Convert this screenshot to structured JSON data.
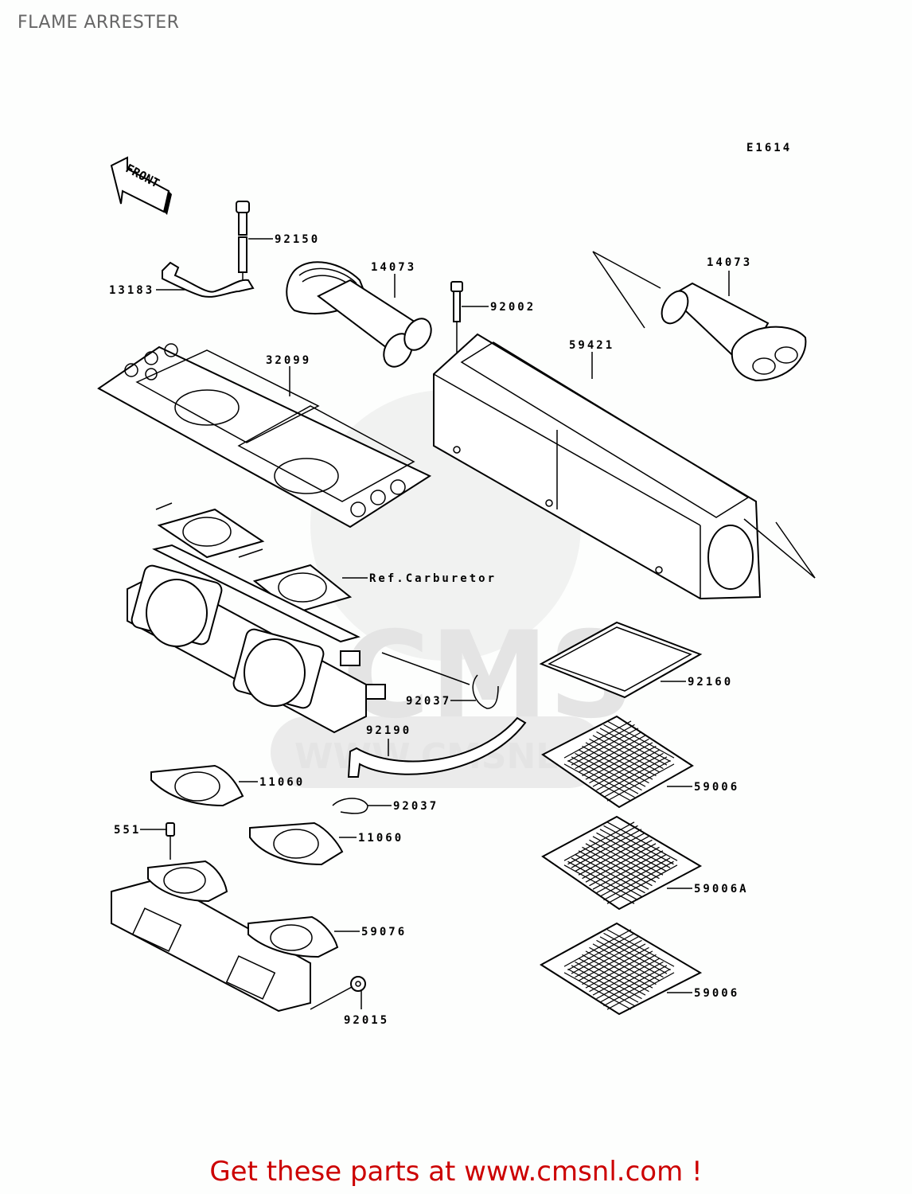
{
  "page": {
    "title": "FLAME ARRESTER",
    "footer": "Get these parts at www.cmsnl.com !",
    "diagram_code": "E1614",
    "front_indicator": "FRONT",
    "watermark": {
      "brand": "CMS",
      "url": "WWW.CMSNL.COM"
    }
  },
  "colors": {
    "footer_text": "#cc0000",
    "title_text": "#666666",
    "watermark": "#e4e4e4"
  },
  "labels": {
    "p92150": "92150",
    "p13183": "13183",
    "p14073_left": "14073",
    "p14073_right": "14073",
    "p92002": "92002",
    "p32099": "32099",
    "p59421": "59421",
    "ref_carb": "Ref.Carburetor",
    "p92160": "92160",
    "p92037_a": "92037",
    "p92190": "92190",
    "p11060_a": "11060",
    "p92037_b": "92037",
    "p551": "551",
    "p11060_b": "11060",
    "p59006_a": "59006",
    "p59006A": "59006A",
    "p59076": "59076",
    "p92015": "92015",
    "p59006_b": "59006"
  }
}
